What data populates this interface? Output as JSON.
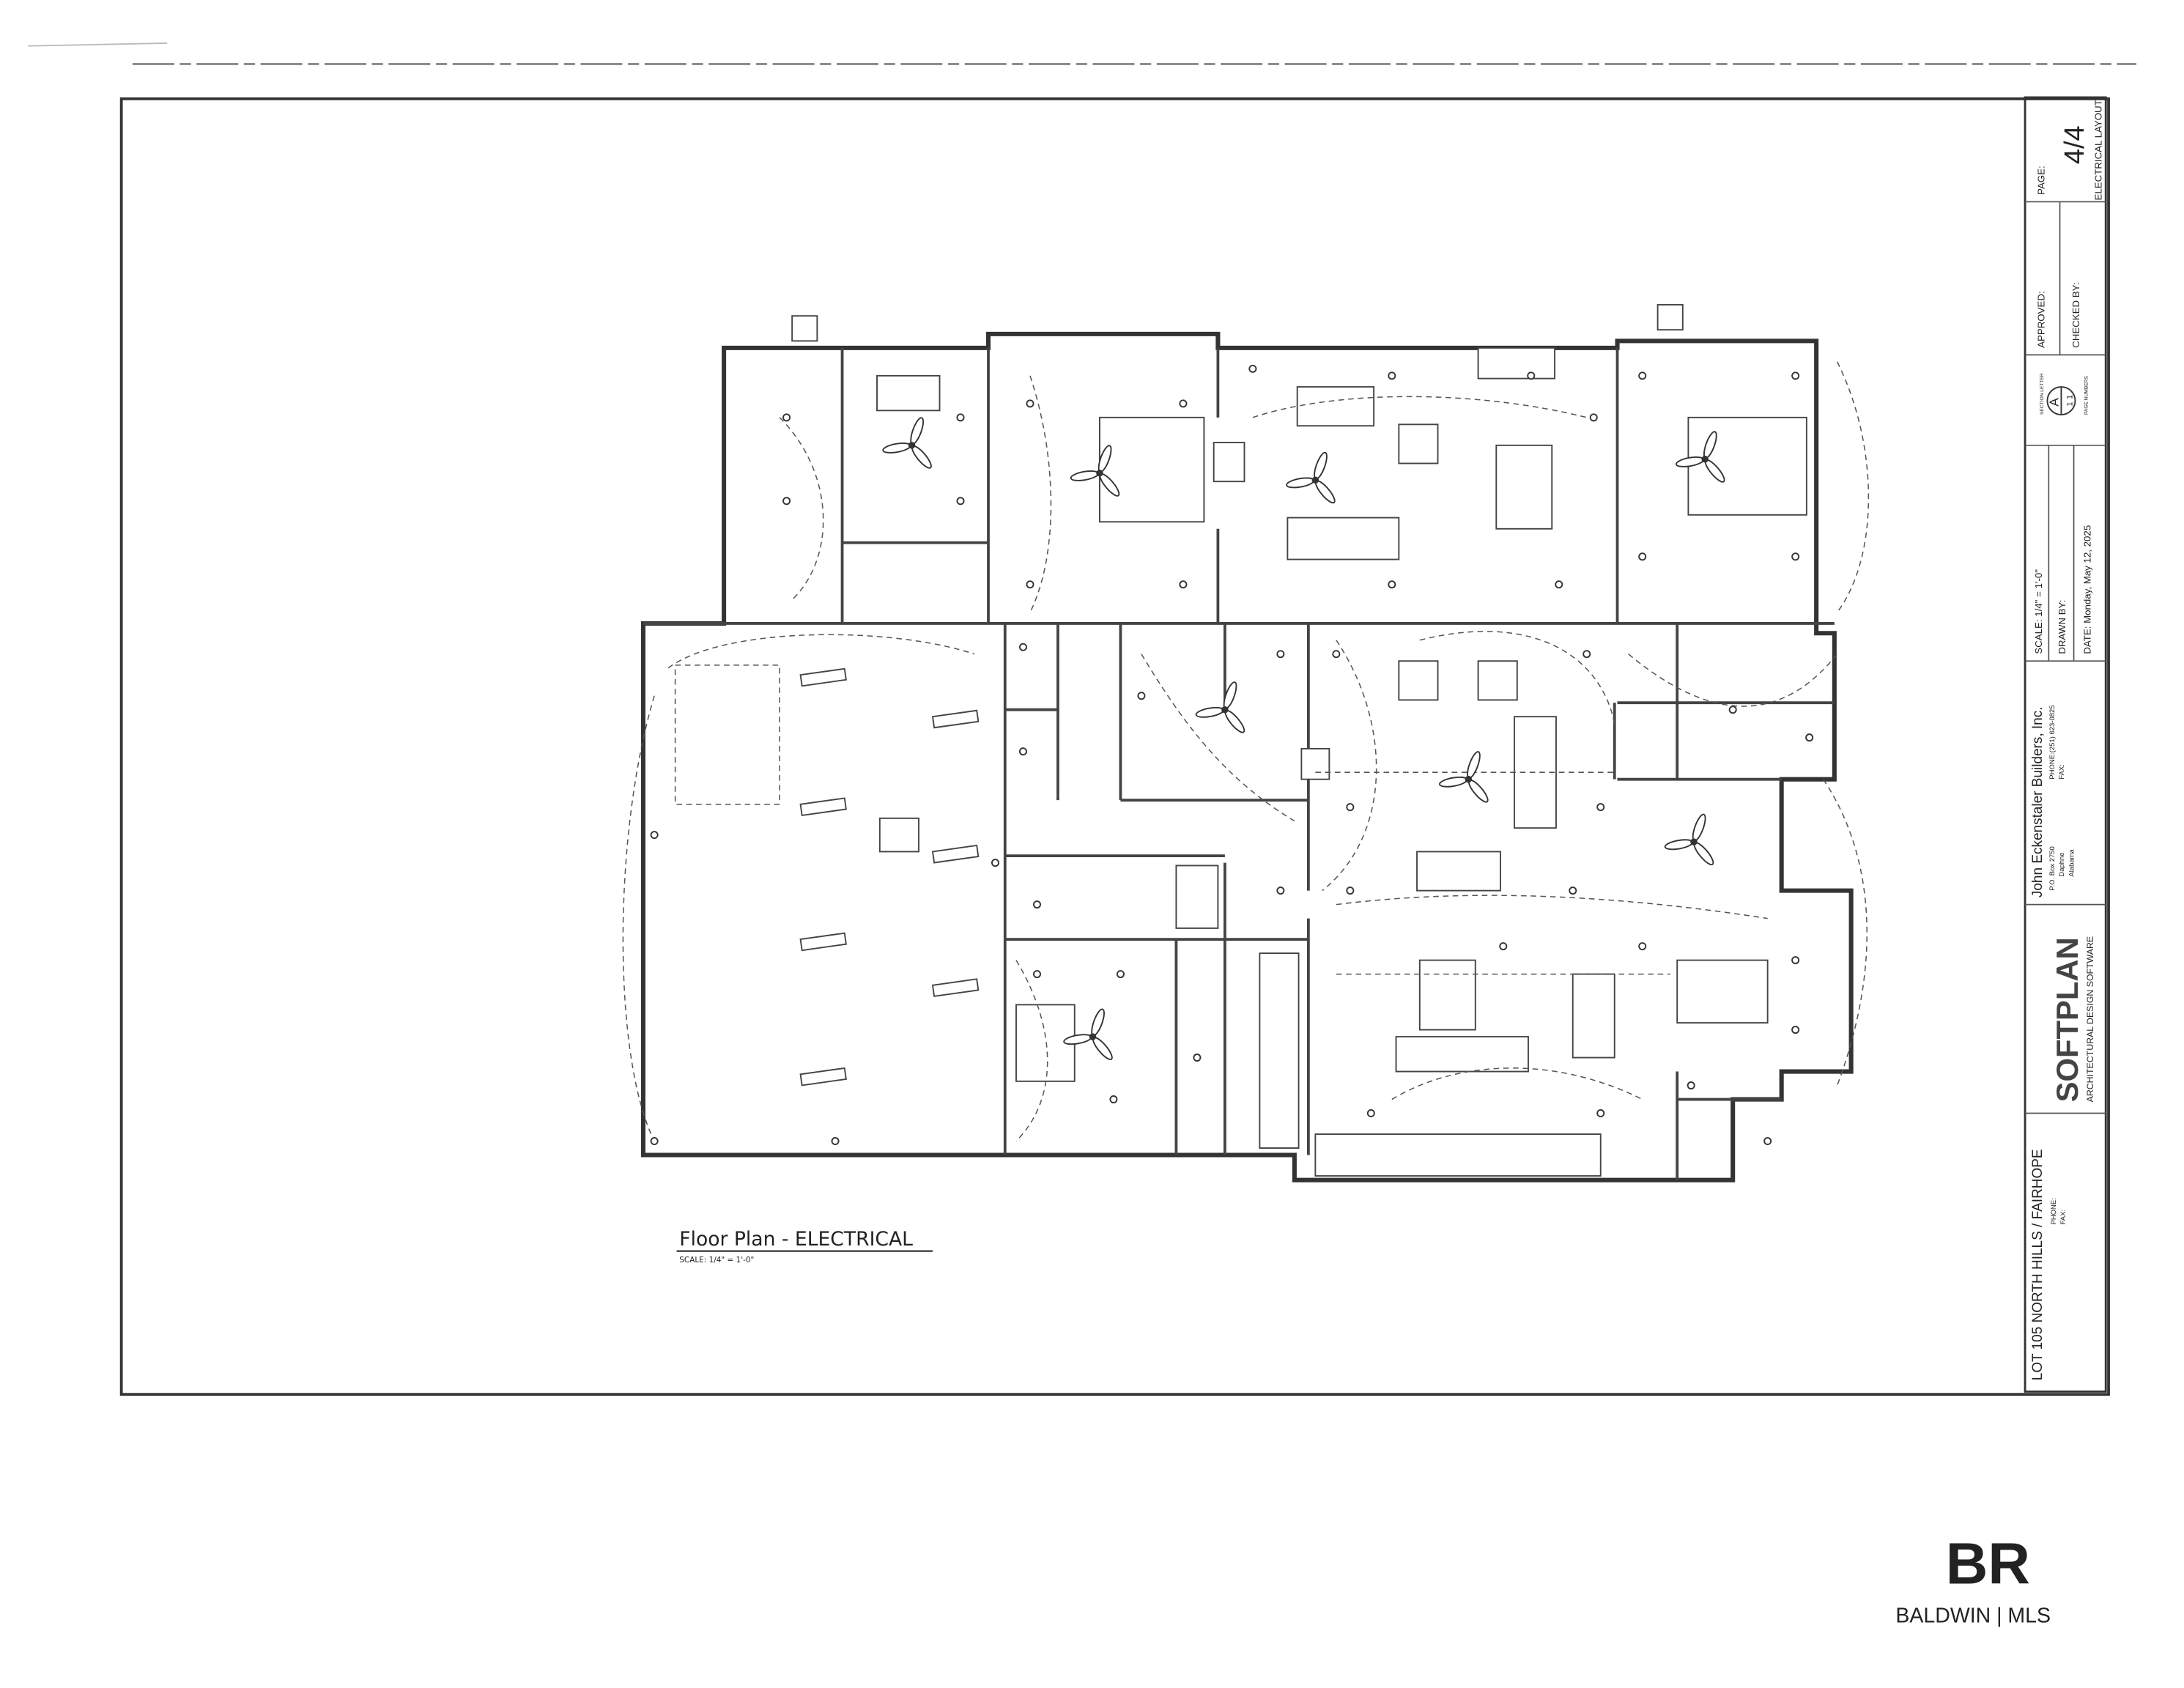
{
  "drawing": {
    "title": "Floor Plan - ELECTRICAL",
    "scale": "SCALE: 1/4\" = 1'-0\""
  },
  "title_block": {
    "page_label": "PAGE:",
    "page": "4/4",
    "sheet_name": "ELECTRICAL LAYOUT",
    "approved": "APPROVED:",
    "checked_by": "CHECKED BY:",
    "section_letter_label": "SECTION LETTER",
    "page_numbers_label": "PAGE NUMBERS",
    "section_letter": "A",
    "section_page": "1 1",
    "scale": "SCALE:  1/4\" = 1'-0\"",
    "drawn_by": "DRAWN BY:",
    "date": "DATE:  Monday, May 12, 2025",
    "company": "John Eckenstaler Builders, Inc.",
    "address_1": "P.O. Box 2750",
    "address_2": "Daphne",
    "address_3": "Alabama",
    "company_phone": "PHONE:(251) 623-0825",
    "company_fax": "FAX:",
    "software": "SOFTPLAN",
    "software_tagline": "ARCHITECTURAL DESIGN SOFTWARE",
    "project": "LOT 105 NORTH HILLS / FAIRHOPE",
    "project_phone": "PHONE:",
    "project_fax": "FAX:"
  },
  "watermark": {
    "logo": "BR",
    "text": "BALDWIN | MLS"
  },
  "colors": {
    "ink": "#333333",
    "watermark": "#d6d6d6",
    "paper": "#ffffff"
  }
}
